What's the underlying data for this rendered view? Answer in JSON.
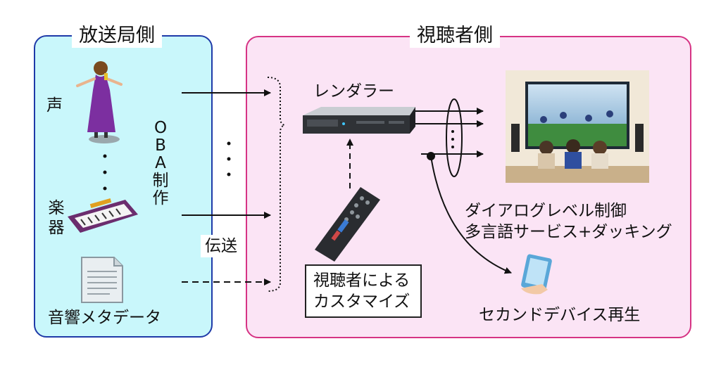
{
  "panels": {
    "broadcaster": {
      "title": "放送局側"
    },
    "viewer": {
      "title": "視聴者側"
    }
  },
  "labels": {
    "voice": "声",
    "instrument": [
      "楽",
      "器"
    ],
    "metadata": "音響メタデータ",
    "oba": [
      "O",
      "B",
      "A",
      "制",
      "作"
    ],
    "transmission": "伝送",
    "renderer": "レンダラー",
    "customize": [
      "視聴者による",
      "カスタマイズ"
    ],
    "features": [
      "ダイアログレベル制御",
      "多言語サービス+ダッキング"
    ],
    "second_device": "セカンドデバイス再生"
  },
  "colors": {
    "broadcaster_bg": "#c9f7fb",
    "broadcaster_border": "#1f3aa8",
    "viewer_bg": "#fbe4f5",
    "viewer_border": "#d63384"
  },
  "icons": [
    "singer-icon",
    "keyboard-icon",
    "document-icon",
    "receiver-icon",
    "remote-icon",
    "tv-icon",
    "tablet-icon"
  ]
}
